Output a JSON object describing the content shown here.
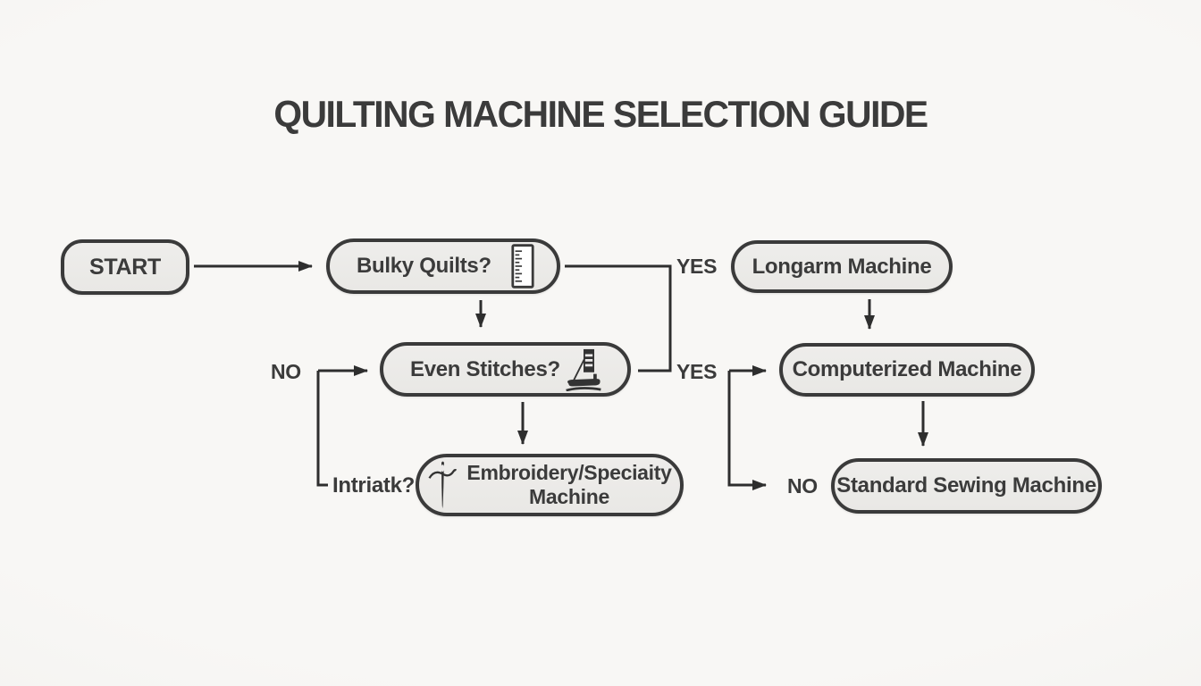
{
  "title": "QUILTING MACHINE SELECTION GUIDE",
  "nodes": {
    "start": {
      "label": "START"
    },
    "bulky_quilts": {
      "label": "Bulky Quilts?",
      "icon": "ruler-icon"
    },
    "longarm": {
      "label": "Longarm Machine"
    },
    "even_stitches": {
      "label": "Even Stitches?",
      "icon": "presser-foot-icon"
    },
    "computerized": {
      "label": "Computerized Machine"
    },
    "embroidery": {
      "line1": "Embroidery/Speciaity",
      "line2": "Machine",
      "icon": "needle-icon"
    },
    "standard": {
      "label": "Standard Sewing Machine"
    }
  },
  "edge_labels": {
    "yes_top": "YES",
    "yes_mid": "YES",
    "no_left": "NO",
    "no_bottom": "NO",
    "intricate": "Intriatk?"
  },
  "colors": {
    "background": "#f6f5f2",
    "node_fill": "#ebeae8",
    "node_border": "#3a3a3a",
    "connector": "#2e2e2e",
    "text": "#3b3b3b"
  }
}
